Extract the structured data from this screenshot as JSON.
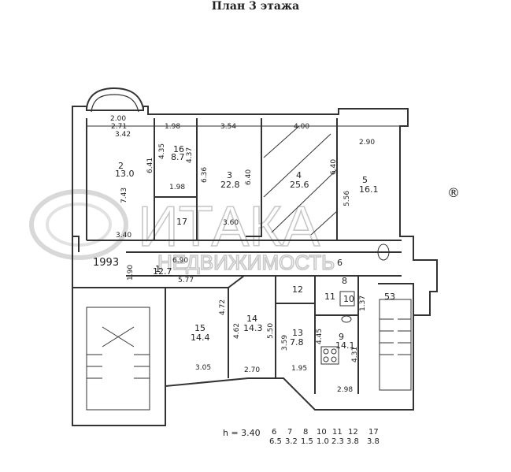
{
  "title": "План 3 этажа",
  "watermark": {
    "brand": "ИТАКА",
    "registered": "®",
    "year": "1993",
    "subtitle": "НЕДВИЖИМОСТЬ"
  },
  "rooms": {
    "r1": {
      "num": "1",
      "area": "12.7"
    },
    "r2": {
      "num": "2",
      "area": "13.0"
    },
    "r3": {
      "num": "3",
      "area": "22.8"
    },
    "r4": {
      "num": "4",
      "area": "25.6"
    },
    "r5": {
      "num": "5",
      "area": "16.1"
    },
    "r6": {
      "num": "6"
    },
    "r8": {
      "num": "8"
    },
    "r9": {
      "num": "9",
      "area": "14.1"
    },
    "r10": {
      "num": "10"
    },
    "r11": {
      "num": "11"
    },
    "r12": {
      "num": "12"
    },
    "r13": {
      "num": "13",
      "area": "7.8"
    },
    "r14": {
      "num": "14",
      "area": "14.3"
    },
    "r15": {
      "num": "15",
      "area": "14.4"
    },
    "r16": {
      "num": "16",
      "area": "8.7"
    },
    "r17": {
      "num": "17"
    },
    "r53": {
      "num": "53"
    }
  },
  "dimensions": {
    "d200": "2.00",
    "d271": "2.71",
    "d342": "3.42",
    "d198a": "1.98",
    "d354": "3.54",
    "d400": "4.00",
    "d290": "2.90",
    "d641": "6.41",
    "d435": "4.35",
    "d437": "4.37",
    "d636": "6.36",
    "d640a": "6.40",
    "d640b": "6.40",
    "d556": "5.56",
    "d743": "7.43",
    "d198b": "1.98",
    "d340": "3.40",
    "d360": "3.60",
    "d690": "6.90",
    "d190": "1.90",
    "d577": "5.77",
    "d472": "4.72",
    "d462": "4.62",
    "d550": "5.50",
    "d359": "3.59",
    "d445": "4.45",
    "d137": "1.37",
    "d431": "4.31",
    "d305": "3.05",
    "d270": "2.70",
    "d195": "1.95",
    "d298": "2.98"
  },
  "legend": {
    "prefix": "h = 3.40",
    "items": [
      {
        "num": "6",
        "area": "6.5"
      },
      {
        "num": "7",
        "area": "3.2"
      },
      {
        "num": "8",
        "area": "1.5"
      },
      {
        "num": "10",
        "area": "1.0"
      },
      {
        "num": "11",
        "area": "2.3"
      },
      {
        "num": "12",
        "area": "3.8"
      },
      {
        "num": "17",
        "area": "3.8"
      }
    ]
  }
}
